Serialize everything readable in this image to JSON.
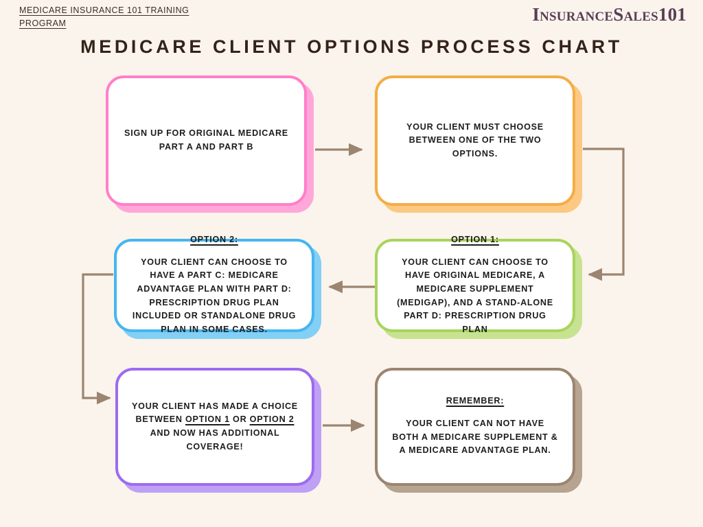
{
  "header": {
    "program_label": "Medicare Insurance 101 Training Program",
    "brand": "InsuranceSales101",
    "title": "Medicare Client Options Process Chart"
  },
  "colors": {
    "background": "#faf4ec",
    "title_text": "#33231a",
    "brand_text": "#5a3d55",
    "connector": "#9c8570",
    "pink": "#ff7fc9",
    "pink_shadow": "#ffa7d9",
    "orange": "#f5ad45",
    "orange_shadow": "#fbc983",
    "green": "#a8d45c",
    "green_shadow": "#c7e391",
    "blue": "#45b6f0",
    "blue_shadow": "#84cff5",
    "purple": "#9d6bf0",
    "purple_shadow": "#bfa0f5",
    "brown": "#9c8570",
    "brown_shadow": "#b6a390"
  },
  "chart_data": {
    "type": "flowchart",
    "title": "Medicare Client Options Process Chart",
    "nodes": [
      {
        "id": "signup",
        "color": "pink",
        "heading": "",
        "body": "Sign up for Original Medicare Part A and Part B"
      },
      {
        "id": "choose",
        "color": "orange",
        "heading": "",
        "body": "Your client must choose between one of the two options."
      },
      {
        "id": "option1",
        "color": "green",
        "heading": "Option 1:",
        "body": "Your client can choose to have Original Medicare, a Medicare Supplement (Medigap), and a stand-alone Part D: Prescription Drug Plan"
      },
      {
        "id": "option2",
        "color": "blue",
        "heading": "Option 2:",
        "body": "Your client can choose to have a Part C: Medicare Advantage Plan with Part D: Prescription Drug Plan included or standalone drug plan in some cases."
      },
      {
        "id": "result",
        "color": "purple",
        "heading": "",
        "body_parts": [
          {
            "text": "Your client has made a choice between ",
            "underline": false
          },
          {
            "text": "Option 1",
            "underline": true
          },
          {
            "text": " or ",
            "underline": false
          },
          {
            "text": "Option 2",
            "underline": true
          },
          {
            "text": " and now has additional coverage!",
            "underline": false
          }
        ]
      },
      {
        "id": "remember",
        "color": "brown",
        "heading": "Remember:",
        "body": "Your client can not have both a Medicare Supplement & a Medicare Advantage Plan."
      }
    ],
    "edges": [
      {
        "from": "signup",
        "to": "choose",
        "shape": "horizontal-right"
      },
      {
        "from": "choose",
        "to": "option1",
        "shape": "right-down-left"
      },
      {
        "from": "option1",
        "to": "option2",
        "shape": "horizontal-left"
      },
      {
        "from": "option2",
        "to": "result",
        "shape": "left-down-right"
      },
      {
        "from": "result",
        "to": "remember",
        "shape": "horizontal-right"
      }
    ]
  }
}
